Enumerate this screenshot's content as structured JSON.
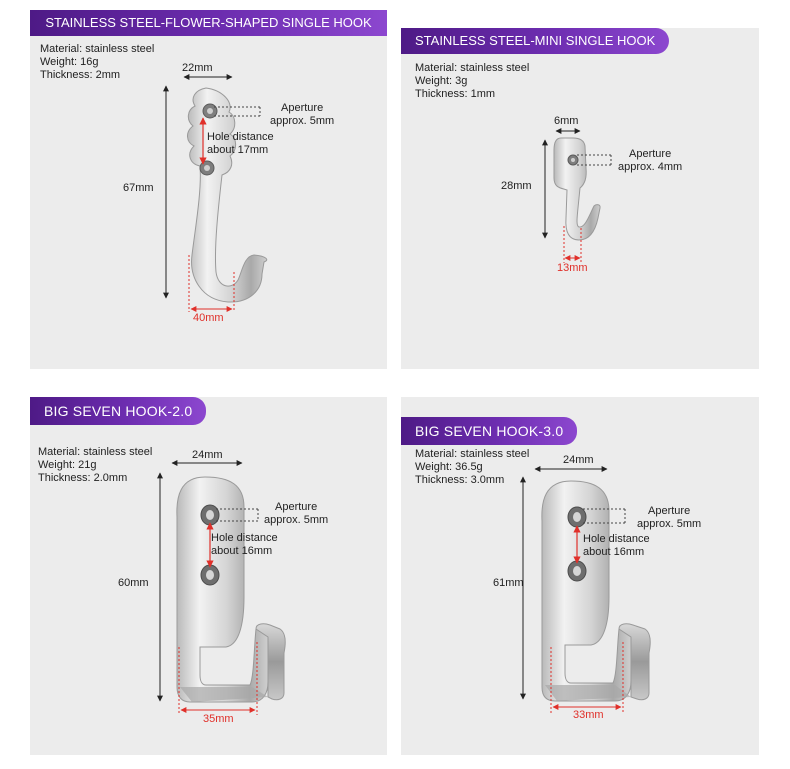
{
  "panels": [
    {
      "title": "STAINLESS STEEL-FLOWER-SHAPED SINGLE HOOK",
      "material": "Material: stainless steel",
      "weight": "Weight: 16g",
      "thickness": "Thickness: 2mm",
      "width": "22mm",
      "height": "67mm",
      "aperture_1": "Aperture",
      "aperture_2": "approx. 5mm",
      "hole_1": "Hole distance",
      "hole_2": "about 17mm",
      "opening": "40mm"
    },
    {
      "title": "STAINLESS STEEL-MINI SINGLE HOOK",
      "material": "Material: stainless steel",
      "weight": "Weight: 3g",
      "thickness": "Thickness: 1mm",
      "width": "6mm",
      "height": "28mm",
      "aperture_1": "Aperture",
      "aperture_2": "approx. 4mm",
      "opening": "13mm"
    },
    {
      "title": "BIG SEVEN HOOK-2.0",
      "material": "Material: stainless steel",
      "weight": "Weight: 21g",
      "thickness": "Thickness: 2.0mm",
      "width": "24mm",
      "height": "60mm",
      "aperture_1": "Aperture",
      "aperture_2": "approx. 5mm",
      "hole_1": "Hole distance",
      "hole_2": "about 16mm",
      "opening": "35mm"
    },
    {
      "title": "BIG SEVEN HOOK-3.0",
      "material": "Material: stainless steel",
      "weight": "Weight: 36.5g",
      "thickness": "Thickness: 3.0mm",
      "width": "24mm",
      "height": "61mm",
      "aperture_1": "Aperture",
      "aperture_2": "approx. 5mm",
      "hole_1": "Hole distance",
      "hole_2": "about 16mm",
      "opening": "33mm"
    }
  ],
  "colors": {
    "badge_start": "#4e1a86",
    "badge_end": "#8c47cf",
    "panel_bg": "#ececec",
    "measure_red": "#e0302a"
  }
}
